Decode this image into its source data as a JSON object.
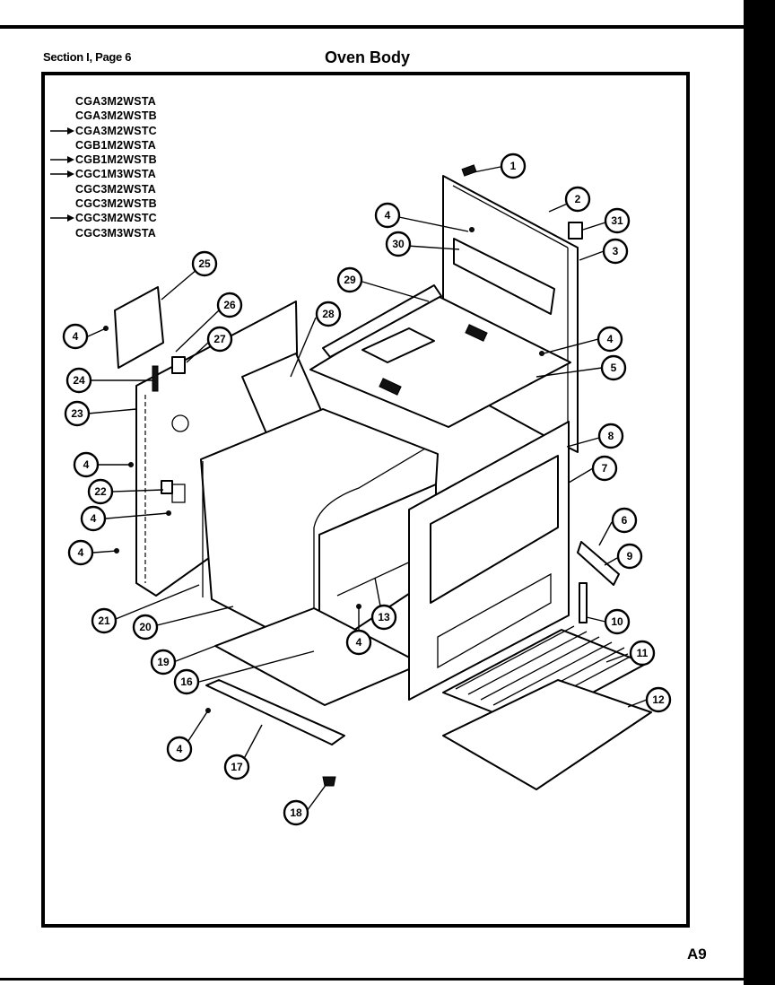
{
  "header": {
    "section_label": "Section I, Page 6",
    "title": "Oven Body",
    "page_code": "A9"
  },
  "models": [
    {
      "code": "CGA3M2WSTA",
      "arrow": false
    },
    {
      "code": "CGA3M2WSTB",
      "arrow": false
    },
    {
      "code": "CGA3M2WSTC",
      "arrow": true
    },
    {
      "code": "CGB1M2WSTA",
      "arrow": false
    },
    {
      "code": "CGB1M2WSTB",
      "arrow": true
    },
    {
      "code": "CGC1M3WSTA",
      "arrow": true
    },
    {
      "code": "CGC3M2WSTA",
      "arrow": false
    },
    {
      "code": "CGC3M2WSTB",
      "arrow": false
    },
    {
      "code": "CGC3M2WSTC",
      "arrow": true
    },
    {
      "code": "CGC3M3WSTA",
      "arrow": false
    }
  ],
  "callouts": [
    "1",
    "2",
    "31",
    "4",
    "30",
    "3",
    "29",
    "25",
    "26",
    "28",
    "27",
    "4",
    "24",
    "23",
    "4",
    "5",
    "8",
    "7",
    "4",
    "22",
    "4",
    "4",
    "6",
    "9",
    "10",
    "21",
    "20",
    "13",
    "4",
    "11",
    "19",
    "16",
    "12",
    "4",
    "17",
    "18"
  ]
}
